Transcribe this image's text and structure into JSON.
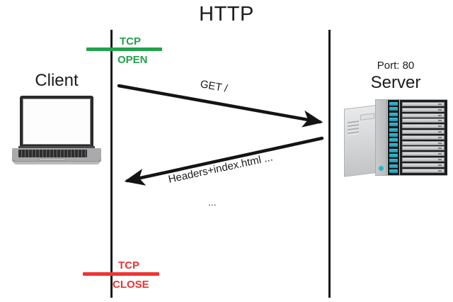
{
  "diagram": {
    "title": "HTTP",
    "colors": {
      "open": "#22a14a",
      "close": "#ef3333",
      "line": "#1a1a1a",
      "text": "#1c1c1c",
      "drive_led": "#27b6c9"
    }
  },
  "client": {
    "label": "Client",
    "icon": "laptop-icon"
  },
  "server": {
    "port_label": "Port: 80",
    "label": "Server",
    "icon": "server-rack-icon"
  },
  "lifelines": {
    "client_name": "client-lifeline",
    "server_name": "server-lifeline"
  },
  "events": {
    "tcp_open": {
      "top_text": "TCP",
      "bottom_text": "OPEN",
      "color": "#22a14a"
    },
    "tcp_close": {
      "top_text": "TCP",
      "bottom_text": "CLOSE",
      "color": "#ef3333"
    }
  },
  "messages": [
    {
      "label": "GET /",
      "direction": "client-to-server"
    },
    {
      "label": "Headers+index.html ...",
      "direction": "server-to-client"
    }
  ],
  "continuation": "..."
}
